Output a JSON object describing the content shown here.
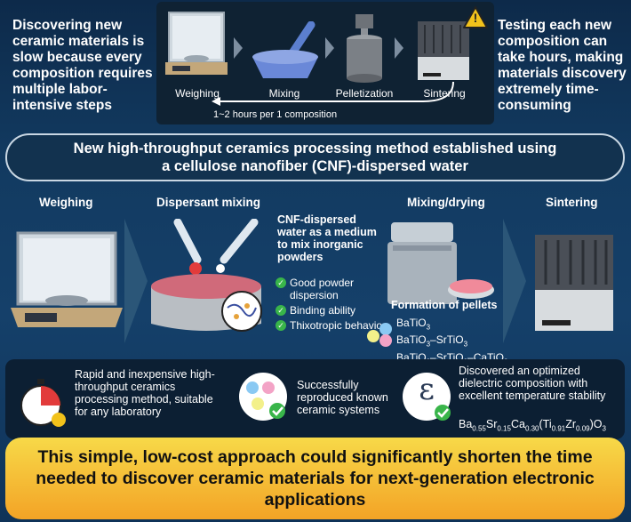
{
  "top": {
    "left_text": "Discovering new ceramic materials is slow because every composition requires multiple labor-intensive steps",
    "right_text": "Testing each new composition can take hours, making materials discovery extremely time-consuming",
    "old_steps": [
      "Weighing",
      "Mixing",
      "Pelletization",
      "Sintering"
    ],
    "time_label": "1~2 hours per 1 composition",
    "warning_glyph": "!"
  },
  "banner": {
    "line1": "New high-throughput ceramics processing method established using",
    "line2": "a cellulose nanofiber (CNF)-dispersed water"
  },
  "steps": {
    "weighing": "Weighing",
    "dispersant": "Dispersant mixing",
    "mixing_drying": "Mixing/drying",
    "sintering": "Sintering"
  },
  "cnf": {
    "title": "CNF-dispersed water as a medium to mix inorganic powders",
    "benefits": [
      "Good powder dispersion",
      "Binding ability",
      "Thixotropic behavior"
    ]
  },
  "pellets": {
    "title": "Formation of pellets"
  },
  "bottom": {
    "item1": "Rapid and inexpensive high-throughput ceramics processing method, suitable for any laboratory",
    "item2": "Successfully reproduced known ceramic systems",
    "item3": "Discovered an optimized dielectric composition with excellent temperature stability",
    "epsilon": "ε"
  },
  "conclusion": "This simple, low-cost approach could significantly shorten the time needed to discover ceramic materials for next-generation electronic applications",
  "colors": {
    "background": "#123a60",
    "conclusion_top": "#f7d948",
    "conclusion_bottom": "#f3a326",
    "check_green": "#39b54a",
    "pellet_pink": "#f08a9a",
    "warning_yellow": "#f2c21b"
  }
}
